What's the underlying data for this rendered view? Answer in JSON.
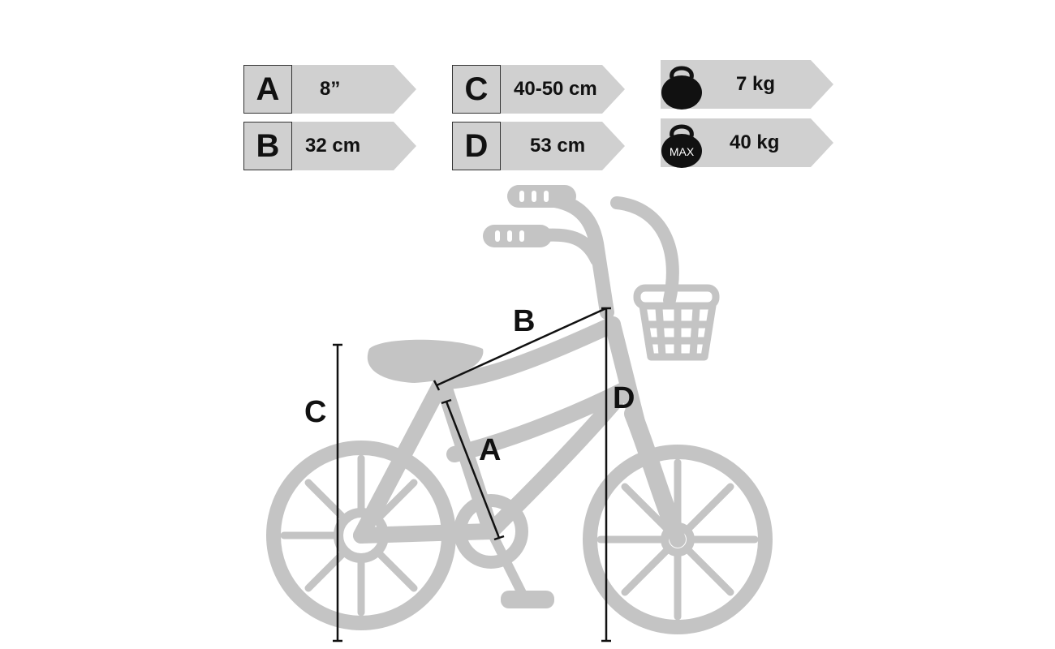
{
  "specs": {
    "A": {
      "letter": "A",
      "value": "8”"
    },
    "B": {
      "letter": "B",
      "value": "32 cm"
    },
    "C": {
      "letter": "C",
      "value": "40-50 cm"
    },
    "D": {
      "letter": "D",
      "value": "53 cm"
    }
  },
  "weights": {
    "bike_weight": {
      "value": "7 kg"
    },
    "max_load": {
      "icon_text": "MAX",
      "value": "40 kg"
    }
  },
  "diagram": {
    "labels": {
      "A": "A",
      "B": "B",
      "C": "C",
      "D": "D"
    },
    "colors": {
      "bike": "#c4c4c4",
      "tag": "#d0d0d0",
      "line": "#111111"
    }
  }
}
